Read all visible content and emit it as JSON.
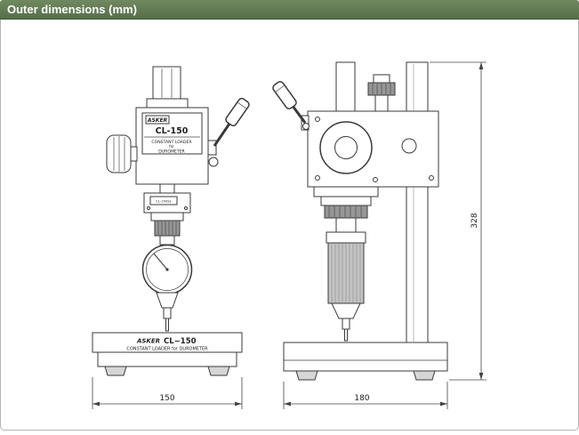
{
  "header": {
    "title": "Outer dimensions (mm)",
    "bar_color": "#5e7a52"
  },
  "front": {
    "plate_brand": "ASKER",
    "plate_model": "CL-150",
    "plate_line1": "CONSTANT LOADER",
    "plate_line2": "for",
    "plate_line3": "DUROMETER",
    "sub_label": "CL-150SL",
    "base_brand": "ASKER",
    "base_model": "CL−150",
    "base_caption": "CONSTANT LOADER for DUROMETER",
    "width_dim": "150"
  },
  "side": {
    "width_dim": "180",
    "height_dim": "328"
  }
}
